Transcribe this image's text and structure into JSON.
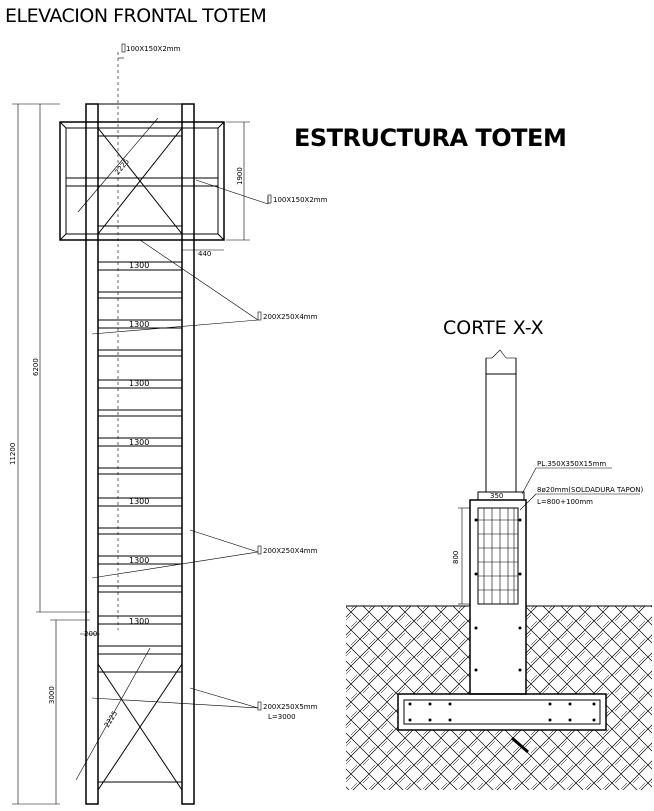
{
  "titles": {
    "front_elevation": "ELEVACION FRONTAL TOTEM",
    "structure": "ESTRUCTURA TOTEM",
    "section": "CORTE X-X"
  },
  "elevation": {
    "profile_top": "100X150X2mm",
    "profile_frame": "100X150X2mm",
    "dim_1900": "1900",
    "dim_440": "440",
    "dim_1300": "1300",
    "dim_200": "200",
    "dim_6200": "6200",
    "dim_11200": "11200",
    "dim_3000": "3000",
    "dim_2225": "2225",
    "dim_2225b": "2225",
    "callout_250x4_a": "200X250X4mm",
    "callout_250x4_b": "200X250X4mm",
    "callout_250x5": "200X250X5mm",
    "callout_length": "L=3000"
  },
  "section": {
    "plate": "PL.350X350X15mm",
    "bolts": "8ø20mm(SOLDADURA TAPON)",
    "bolt_length": "L=800+100mm",
    "dim_350": "350",
    "dim_800": "800"
  }
}
